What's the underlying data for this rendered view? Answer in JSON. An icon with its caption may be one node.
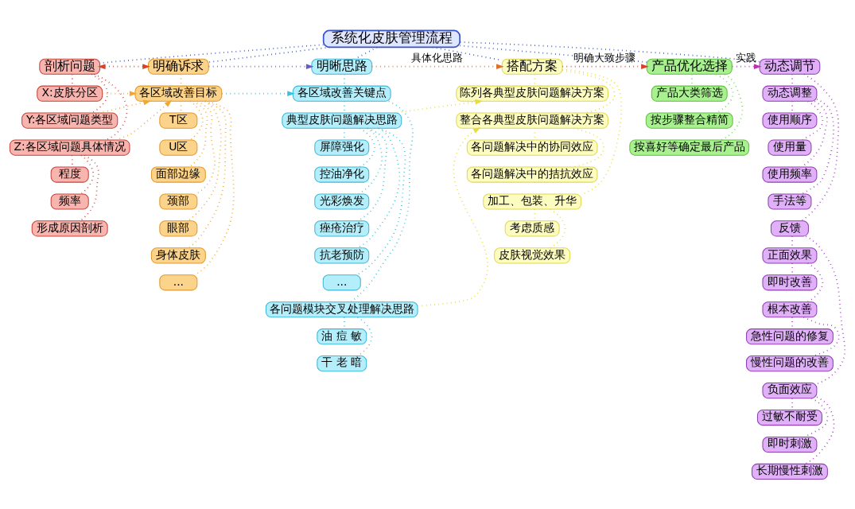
{
  "diagram": {
    "nodes": [
      {
        "text": [
          "系统化皮肤管理流程"
        ]
      },
      {
        "text": [
          "剖析问题"
        ]
      },
      {
        "text": [
          "X:皮肤分区"
        ]
      },
      {
        "text": [
          "Y:各区域问题类型"
        ]
      },
      {
        "text": [
          "Z:各区域问题具体情况"
        ]
      },
      {
        "text": [
          "程度"
        ]
      },
      {
        "text": [
          "频率"
        ]
      },
      {
        "text": [
          "形成原因剖析"
        ]
      },
      {
        "text": [
          "明确诉求"
        ]
      },
      {
        "text": [
          "各区域改善目标"
        ]
      },
      {
        "text": [
          "T区"
        ]
      },
      {
        "text": [
          "U区"
        ]
      },
      {
        "text": [
          "面部边缘"
        ]
      },
      {
        "text": [
          "颈部"
        ]
      },
      {
        "text": [
          "眼部"
        ]
      },
      {
        "text": [
          "身体皮肤"
        ]
      },
      {
        "text": [
          "..."
        ]
      },
      {
        "text": [
          "明晰思路"
        ]
      },
      {
        "text": [
          "各区域改善关键点"
        ]
      },
      {
        "text": [
          "典型皮肤问题解决思路"
        ]
      },
      {
        "text": [
          "屏障强化"
        ]
      },
      {
        "text": [
          "控油净化"
        ]
      },
      {
        "text": [
          "光彩焕发"
        ]
      },
      {
        "text": [
          "痤疮治疗"
        ]
      },
      {
        "text": [
          "抗老预防"
        ]
      },
      {
        "text": [
          "..."
        ]
      },
      {
        "text": [
          "各问题模块交叉处理解决思路"
        ]
      },
      {
        "text": [
          "油 痘 敏"
        ]
      },
      {
        "text": [
          "干 老 暗"
        ]
      },
      {
        "text": [
          "搭配方案"
        ]
      },
      {
        "text": [
          "陈列各典型皮肤问题解决方案"
        ]
      },
      {
        "text": [
          "整合各典型皮肤问题解决方案"
        ]
      },
      {
        "text": [
          "各问题解决中的协同效应"
        ]
      },
      {
        "text": [
          "各问题解决中的拮抗效应"
        ]
      },
      {
        "text": [
          "加工、包装、升华"
        ]
      },
      {
        "text": [
          "考虑质感"
        ]
      },
      {
        "text": [
          "皮肤视觉效果"
        ]
      },
      {
        "text": [
          "产品优化选择"
        ]
      },
      {
        "text": [
          "产品大类筛选"
        ]
      },
      {
        "text": [
          "按步骤整合精简"
        ]
      },
      {
        "text": [
          "按喜好等确定最后产品"
        ]
      },
      {
        "text": [
          "动态调节"
        ]
      },
      {
        "text": [
          "动态调整"
        ]
      },
      {
        "text": [
          "使用顺序"
        ]
      },
      {
        "text": [
          "使用量"
        ]
      },
      {
        "text": [
          "使用频率"
        ]
      },
      {
        "text": [
          "手法等"
        ]
      },
      {
        "text": [
          "反馈"
        ]
      },
      {
        "text": [
          "正面效果"
        ]
      },
      {
        "text": [
          "即时改善"
        ]
      },
      {
        "text": [
          "根本改善"
        ]
      },
      {
        "text": [
          "急性问题的修复"
        ]
      },
      {
        "text": [
          "慢性问题的改善"
        ]
      },
      {
        "text": [
          "负面效应"
        ]
      },
      {
        "text": [
          "过敏不耐受"
        ]
      },
      {
        "text": [
          "即时刺激"
        ]
      },
      {
        "text": [
          "长期慢性刺激"
        ]
      }
    ],
    "edges": [
      {
        "from": 0,
        "to": 1,
        "arrow": "none",
        "color": "#3a55c8"
      },
      {
        "from": 0,
        "to": 8,
        "arrow": "none",
        "color": "#3a55c8"
      },
      {
        "from": 0,
        "to": 17,
        "arrow": "none",
        "color": "#3a55c8"
      },
      {
        "from": 0,
        "to": 29,
        "arrow": "none",
        "color": "#3a55c8"
      },
      {
        "from": 0,
        "to": 37,
        "arrow": "none",
        "color": "#3a55c8"
      },
      {
        "from": 0,
        "to": 41,
        "arrow": "none",
        "color": "#3a55c8"
      },
      {
        "from": 1,
        "to": 8,
        "arrow": "both",
        "color": "#d9412b"
      },
      {
        "from": 8,
        "to": 17,
        "arrow": "to",
        "color": "#6a5acd"
      },
      {
        "from": 17,
        "to": 29,
        "arrow": "to",
        "label": "具体化思路",
        "color": "#e0702a"
      },
      {
        "from": 29,
        "to": 37,
        "arrow": "to",
        "label": "明确大致步骤",
        "color": "#d9412b"
      },
      {
        "from": 37,
        "to": 41,
        "arrow": "to",
        "label": "实践",
        "color": "#c030b0"
      },
      {
        "from": 1,
        "to": 2,
        "arrow": "none",
        "color": "#c8423a"
      },
      {
        "from": 1,
        "to": 3,
        "arrow": "none",
        "color": "#c8423a"
      },
      {
        "from": 1,
        "to": 4,
        "arrow": "none",
        "color": "#c8423a"
      },
      {
        "from": 4,
        "to": 5,
        "arrow": "none",
        "color": "#c8423a"
      },
      {
        "from": 4,
        "to": 6,
        "arrow": "none",
        "color": "#c8423a"
      },
      {
        "from": 4,
        "to": 7,
        "arrow": "none",
        "color": "#c8423a"
      },
      {
        "from": 2,
        "to": 9,
        "arrow": "to",
        "color": "#f0a830"
      },
      {
        "from": 3,
        "to": 9,
        "arrow": "to",
        "color": "#f0a830"
      },
      {
        "from": 4,
        "to": 9,
        "arrow": "to",
        "color": "#f0a830"
      },
      {
        "from": 8,
        "to": 9,
        "arrow": "none",
        "color": "#f0a830"
      },
      {
        "from": 9,
        "to": 10,
        "arrow": "none",
        "color": "#f0a830"
      },
      {
        "from": 9,
        "to": 11,
        "arrow": "none",
        "color": "#f0a830"
      },
      {
        "from": 9,
        "to": 12,
        "arrow": "none",
        "color": "#f0a830"
      },
      {
        "from": 9,
        "to": 13,
        "arrow": "none",
        "color": "#f0a830"
      },
      {
        "from": 9,
        "to": 14,
        "arrow": "none",
        "color": "#f0a830"
      },
      {
        "from": 9,
        "to": 15,
        "arrow": "none",
        "color": "#f0a830"
      },
      {
        "from": 9,
        "to": 16,
        "arrow": "none",
        "color": "#f0a830"
      },
      {
        "from": 9,
        "to": 18,
        "arrow": "to",
        "color": "#3cc0e0"
      },
      {
        "from": 17,
        "to": 18,
        "arrow": "none",
        "color": "#3cc0e0"
      },
      {
        "from": 18,
        "to": 19,
        "arrow": "none",
        "color": "#3cc0e0"
      },
      {
        "from": 19,
        "to": 20,
        "arrow": "none",
        "color": "#3cc0e0"
      },
      {
        "from": 19,
        "to": 21,
        "arrow": "none",
        "color": "#3cc0e0"
      },
      {
        "from": 19,
        "to": 22,
        "arrow": "none",
        "color": "#3cc0e0"
      },
      {
        "from": 19,
        "to": 23,
        "arrow": "none",
        "color": "#3cc0e0"
      },
      {
        "from": 19,
        "to": 24,
        "arrow": "none",
        "color": "#3cc0e0"
      },
      {
        "from": 19,
        "to": 25,
        "arrow": "none",
        "color": "#3cc0e0"
      },
      {
        "from": 18,
        "to": 26,
        "arrow": "none",
        "color": "#3cc0e0"
      },
      {
        "from": 26,
        "to": 27,
        "arrow": "none",
        "color": "#3cc0e0"
      },
      {
        "from": 26,
        "to": 28,
        "arrow": "none",
        "color": "#3cc0e0"
      },
      {
        "from": 19,
        "to": 30,
        "arrow": "to",
        "color": "#e6dc40"
      },
      {
        "from": 26,
        "to": 31,
        "arrow": "to",
        "color": "#e6dc40"
      },
      {
        "from": 29,
        "to": 30,
        "arrow": "none",
        "color": "#e6dc40"
      },
      {
        "from": 29,
        "to": 31,
        "arrow": "none",
        "color": "#e6dc40"
      },
      {
        "from": 31,
        "to": 32,
        "arrow": "none",
        "color": "#e6dc40"
      },
      {
        "from": 31,
        "to": 33,
        "arrow": "none",
        "color": "#e6dc40"
      },
      {
        "from": 29,
        "to": 34,
        "arrow": "none",
        "color": "#e6dc40"
      },
      {
        "from": 34,
        "to": 35,
        "arrow": "none",
        "color": "#e6dc40"
      },
      {
        "from": 34,
        "to": 36,
        "arrow": "none",
        "color": "#e6dc40"
      },
      {
        "from": 37,
        "to": 38,
        "arrow": "none",
        "color": "#70d050"
      },
      {
        "from": 37,
        "to": 39,
        "arrow": "none",
        "color": "#70d050"
      },
      {
        "from": 37,
        "to": 40,
        "arrow": "none",
        "color": "#70d050"
      },
      {
        "from": 41,
        "to": 42,
        "arrow": "none",
        "color": "#a040c0"
      },
      {
        "from": 42,
        "to": 43,
        "arrow": "none",
        "color": "#a040c0"
      },
      {
        "from": 42,
        "to": 44,
        "arrow": "none",
        "color": "#a040c0"
      },
      {
        "from": 42,
        "to": 45,
        "arrow": "none",
        "color": "#a040c0"
      },
      {
        "from": 42,
        "to": 46,
        "arrow": "none",
        "color": "#a040c0"
      },
      {
        "from": 41,
        "to": 47,
        "arrow": "none",
        "color": "#a040c0"
      },
      {
        "from": 47,
        "to": 48,
        "arrow": "none",
        "color": "#a040c0"
      },
      {
        "from": 48,
        "to": 49,
        "arrow": "none",
        "color": "#a040c0"
      },
      {
        "from": 48,
        "to": 50,
        "arrow": "none",
        "color": "#a040c0"
      },
      {
        "from": 50,
        "to": 51,
        "arrow": "none",
        "color": "#a040c0"
      },
      {
        "from": 50,
        "to": 52,
        "arrow": "none",
        "color": "#a040c0"
      },
      {
        "from": 47,
        "to": 53,
        "arrow": "none",
        "color": "#a040c0"
      },
      {
        "from": 53,
        "to": 54,
        "arrow": "none",
        "color": "#a040c0"
      },
      {
        "from": 53,
        "to": 55,
        "arrow": "none",
        "color": "#a040c0"
      },
      {
        "from": 53,
        "to": 56,
        "arrow": "none",
        "color": "#a040c0"
      }
    ]
  }
}
